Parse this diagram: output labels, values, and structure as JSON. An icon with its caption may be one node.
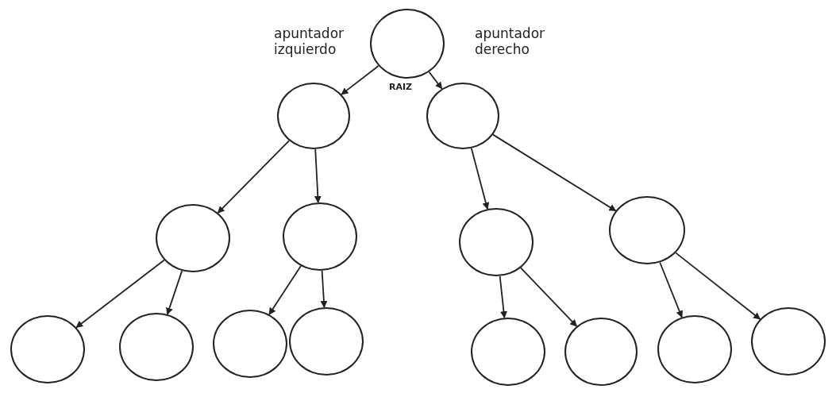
{
  "diagram": {
    "nodes": [
      {
        "text": [],
        "shape": "circle",
        "beside": [
          "RAIZ"
        ]
      },
      {
        "text": [],
        "shape": "circle"
      },
      {
        "text": [],
        "shape": "circle"
      },
      {
        "text": [],
        "shape": "circle"
      },
      {
        "text": [],
        "shape": "circle"
      },
      {
        "text": [],
        "shape": "circle"
      },
      {
        "text": [],
        "shape": "circle"
      },
      {
        "text": [],
        "shape": "circle"
      },
      {
        "text": [],
        "shape": "circle"
      },
      {
        "text": [],
        "shape": "circle"
      },
      {
        "text": [],
        "shape": "circle"
      },
      {
        "text": [],
        "shape": "circle"
      },
      {
        "text": [],
        "shape": "circle"
      },
      {
        "text": [],
        "shape": "circle"
      },
      {
        "text": [],
        "shape": "circle"
      }
    ],
    "edges": [
      {
        "from": 0,
        "to": 1,
        "arrow": "to",
        "label": "apuntador izquierdo"
      },
      {
        "from": 0,
        "to": 2,
        "arrow": "to",
        "label": "apuntador derecho"
      },
      {
        "from": 1,
        "to": 3,
        "arrow": "to"
      },
      {
        "from": 1,
        "to": 4,
        "arrow": "to"
      },
      {
        "from": 2,
        "to": 5,
        "arrow": "to"
      },
      {
        "from": 2,
        "to": 6,
        "arrow": "to"
      },
      {
        "from": 3,
        "to": 7,
        "arrow": "to"
      },
      {
        "from": 3,
        "to": 8,
        "arrow": "to"
      },
      {
        "from": 4,
        "to": 9,
        "arrow": "to"
      },
      {
        "from": 4,
        "to": 10,
        "arrow": "to"
      },
      {
        "from": 5,
        "to": 11,
        "arrow": "to"
      },
      {
        "from": 5,
        "to": 12,
        "arrow": "to"
      },
      {
        "from": 6,
        "to": 13,
        "arrow": "to"
      },
      {
        "from": 6,
        "to": 14,
        "arrow": "to"
      }
    ]
  }
}
